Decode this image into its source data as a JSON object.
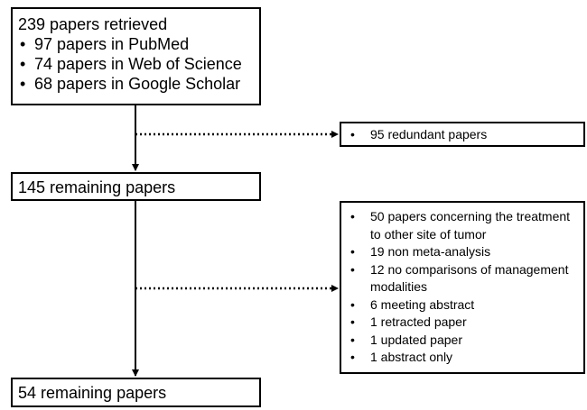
{
  "boxes": {
    "retrieved": {
      "title": "239 papers retrieved",
      "items": [
        "97 papers in PubMed",
        "74 papers in Web of Science",
        "68 papers in Google Scholar"
      ]
    },
    "redundant": {
      "items": [
        "95 redundant papers"
      ]
    },
    "remaining_145": {
      "title": "145 remaining papers"
    },
    "excluded": {
      "items": [
        "50 papers concerning the treatment to other site of tumor",
        "19 non meta-analysis",
        "12 no comparisons of management modalities",
        "6 meeting abstract",
        "1 retracted paper",
        "1 updated paper",
        "1 abstract only"
      ]
    },
    "remaining_54": {
      "title": "54 remaining papers"
    }
  }
}
